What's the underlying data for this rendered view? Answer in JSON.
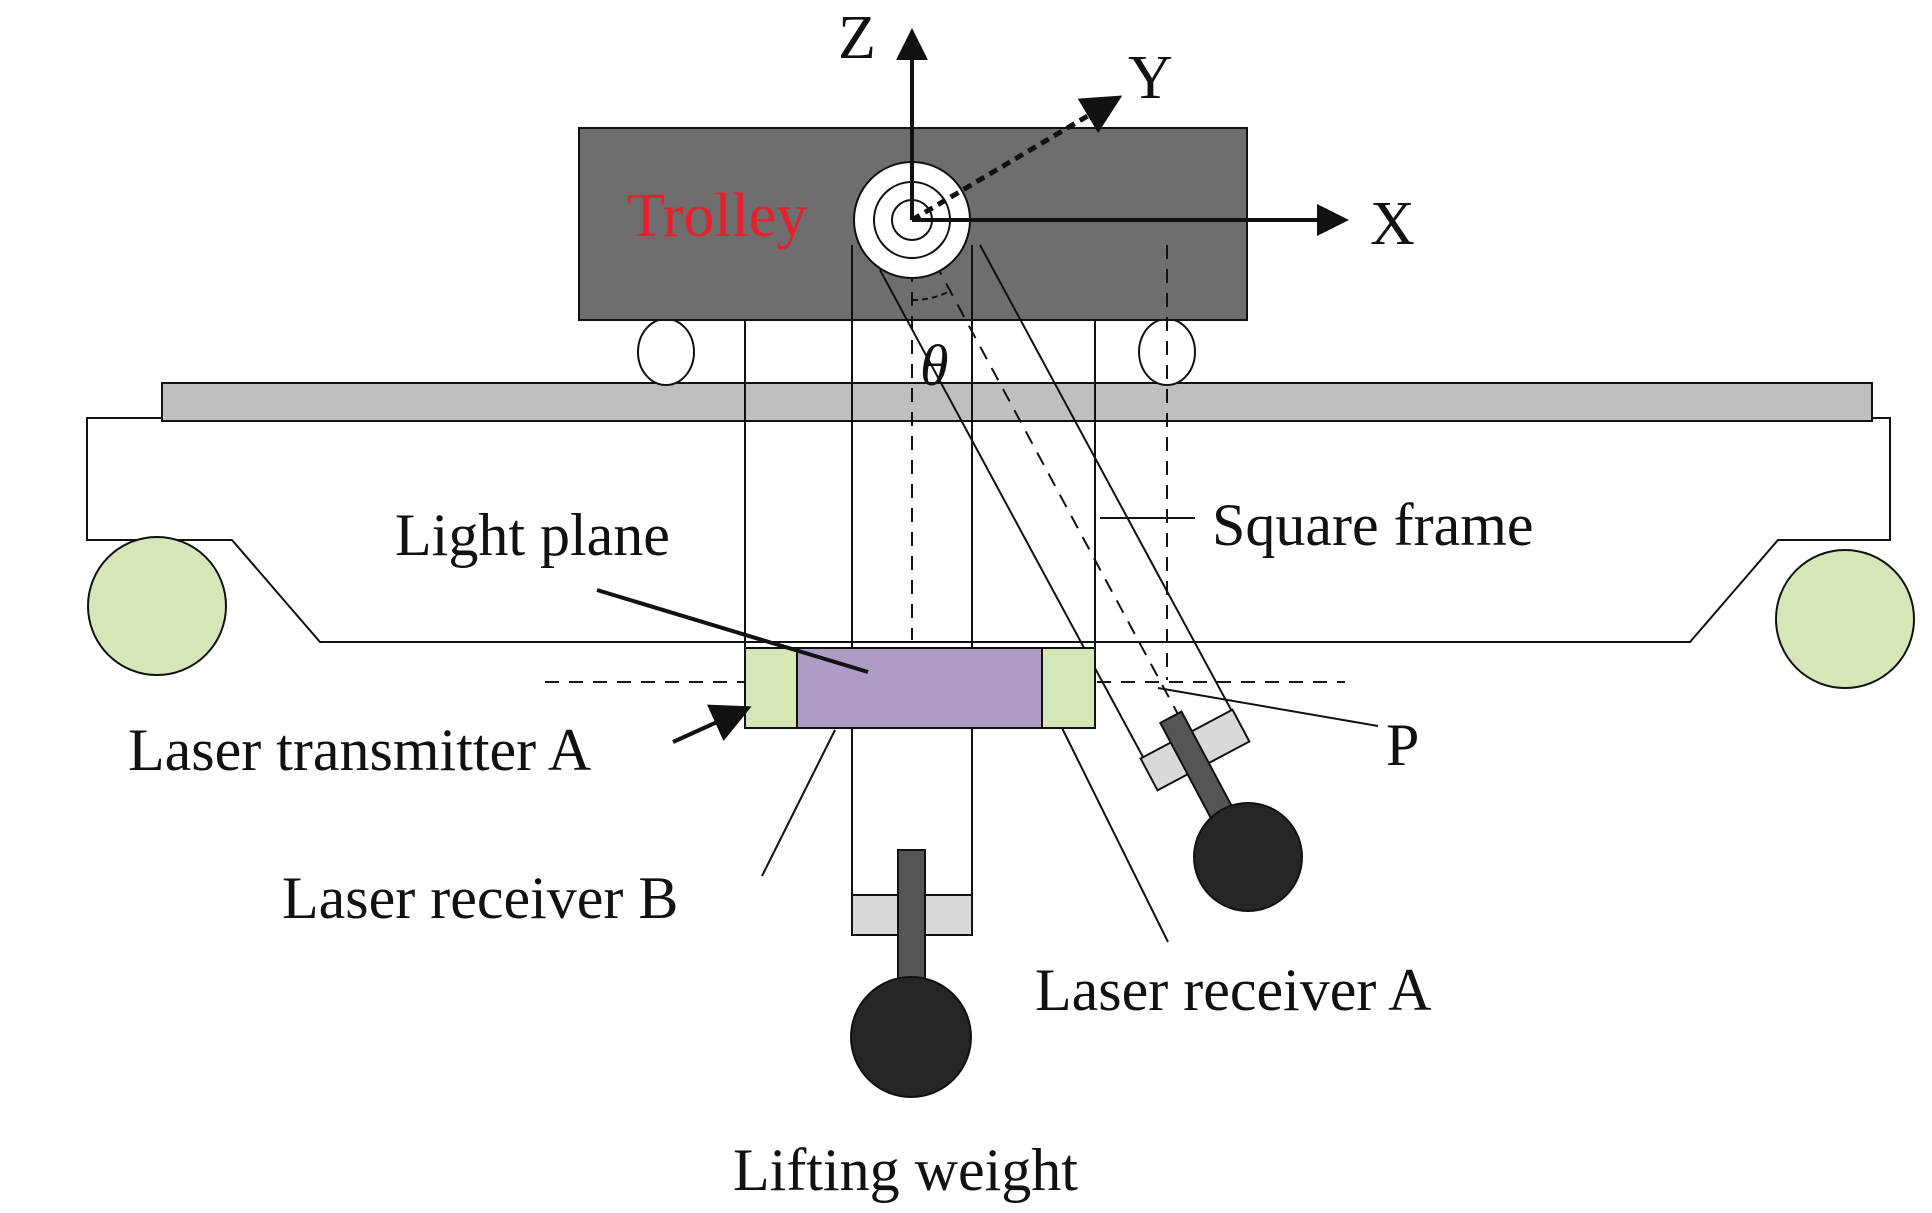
{
  "labels": {
    "trolley": "Trolley",
    "axis_x": "X",
    "axis_y": "Y",
    "axis_z": "Z",
    "theta": "θ",
    "light_plane": "Light plane",
    "square_frame": "Square frame",
    "laser_transmitter_a": "Laser transmitter A",
    "point_p": "P",
    "laser_receiver_b": "Laser receiver B",
    "laser_receiver_a": "Laser receiver A",
    "lifting_weight": "Lifting weight"
  },
  "colors": {
    "trolley_body": "#6e6e6e",
    "trolley_label": "#e8202a",
    "rail": "#bfbfbf",
    "wheel": "#d5e6b9",
    "light_plane": "#ad9cc6",
    "laser_unit": "#d5e6b9",
    "receiver_block": "#d9d9d9",
    "weight": "#262626",
    "line": "#111111"
  }
}
